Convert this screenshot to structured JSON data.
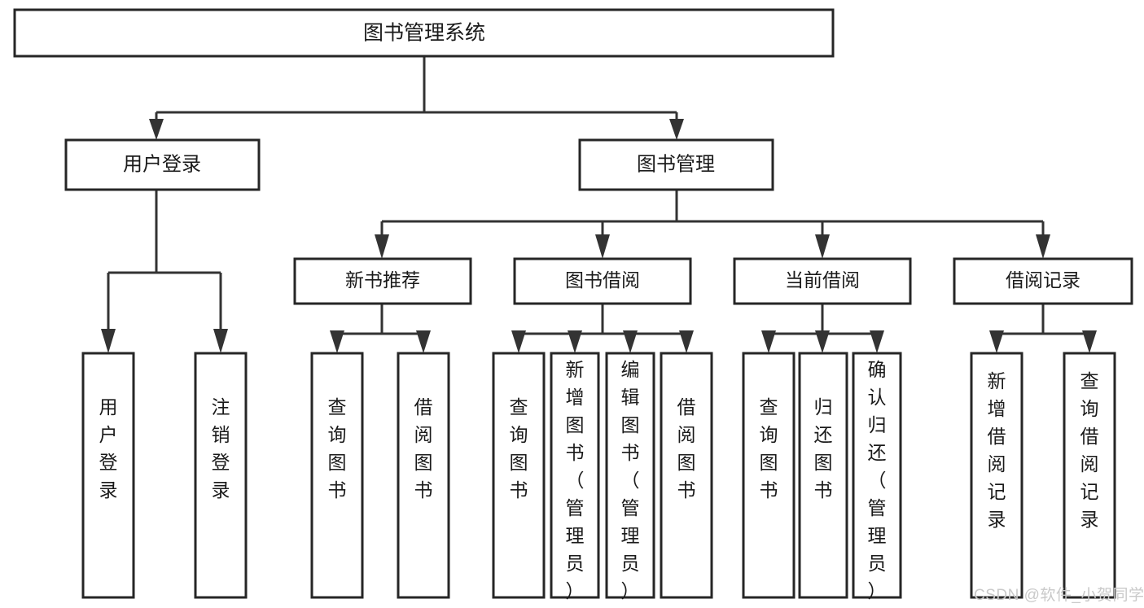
{
  "diagram": {
    "title": "图书管理系统",
    "type": "tree-hierarchy",
    "root": {
      "id": "root",
      "label": "图书管理系统"
    },
    "level2": [
      {
        "id": "user-login",
        "label": "用户登录"
      },
      {
        "id": "book-manage",
        "label": "图书管理"
      }
    ],
    "level3": [
      {
        "id": "new-book-rec",
        "label": "新书推荐",
        "parent": "book-manage"
      },
      {
        "id": "book-borrow",
        "label": "图书借阅",
        "parent": "book-manage"
      },
      {
        "id": "current-borrow",
        "label": "当前借阅",
        "parent": "book-manage"
      },
      {
        "id": "borrow-record",
        "label": "借阅记录",
        "parent": "book-manage"
      }
    ],
    "leaves": [
      {
        "id": "leaf-user-login",
        "label": "用户登录",
        "parent": "user-login"
      },
      {
        "id": "leaf-logout",
        "label": "注销登录",
        "parent": "user-login"
      },
      {
        "id": "leaf-query-book-1",
        "label": "查询图书",
        "parent": "new-book-rec"
      },
      {
        "id": "leaf-borrow-book-1",
        "label": "借阅图书",
        "parent": "new-book-rec"
      },
      {
        "id": "leaf-query-book-2",
        "label": "查询图书",
        "parent": "book-borrow"
      },
      {
        "id": "leaf-add-book",
        "label": "新增图书（管理员）",
        "parent": "book-borrow"
      },
      {
        "id": "leaf-edit-book",
        "label": "编辑图书（管理员）",
        "parent": "book-borrow"
      },
      {
        "id": "leaf-borrow-book-2",
        "label": "借阅图书",
        "parent": "book-borrow"
      },
      {
        "id": "leaf-query-book-3",
        "label": "查询图书",
        "parent": "current-borrow"
      },
      {
        "id": "leaf-return-book",
        "label": "归还图书",
        "parent": "current-borrow"
      },
      {
        "id": "leaf-confirm-return",
        "label": "确认归还（管理员）",
        "parent": "current-borrow"
      },
      {
        "id": "leaf-add-record",
        "label": "新增借阅记录",
        "parent": "borrow-record"
      },
      {
        "id": "leaf-query-record",
        "label": "查询借阅记录",
        "parent": "borrow-record"
      }
    ],
    "colors": {
      "box_stroke": "#262626",
      "connector": "#333333",
      "background": "#ffffff",
      "text": "#1a1a1a",
      "watermark": "#c9c9c9"
    }
  },
  "watermark": {
    "text": "CSDN @软件_小贺同学"
  }
}
